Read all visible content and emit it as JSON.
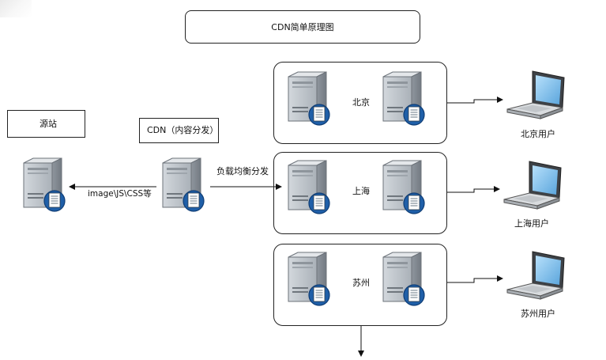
{
  "diagram": {
    "title": "CDN简单原理图",
    "origin_label": "源站",
    "cdn_label": "CDN（内容分发）",
    "origin_edge_label": "image\\JS\\CSS等",
    "lb_edge_label": "负载均衡分发",
    "regions": [
      {
        "name": "北京",
        "user_label": "北京用户"
      },
      {
        "name": "上海",
        "user_label": "上海用户"
      },
      {
        "name": "苏州",
        "user_label": "苏州用户"
      }
    ]
  },
  "icons": {
    "server": "server-icon",
    "laptop": "laptop-icon"
  },
  "colors": {
    "server_body": "#b9bfc6",
    "server_dark": "#8c939b",
    "doc_badge": "#1f5fa8",
    "laptop_screen": "#8fc7ee",
    "line": "#111111"
  }
}
